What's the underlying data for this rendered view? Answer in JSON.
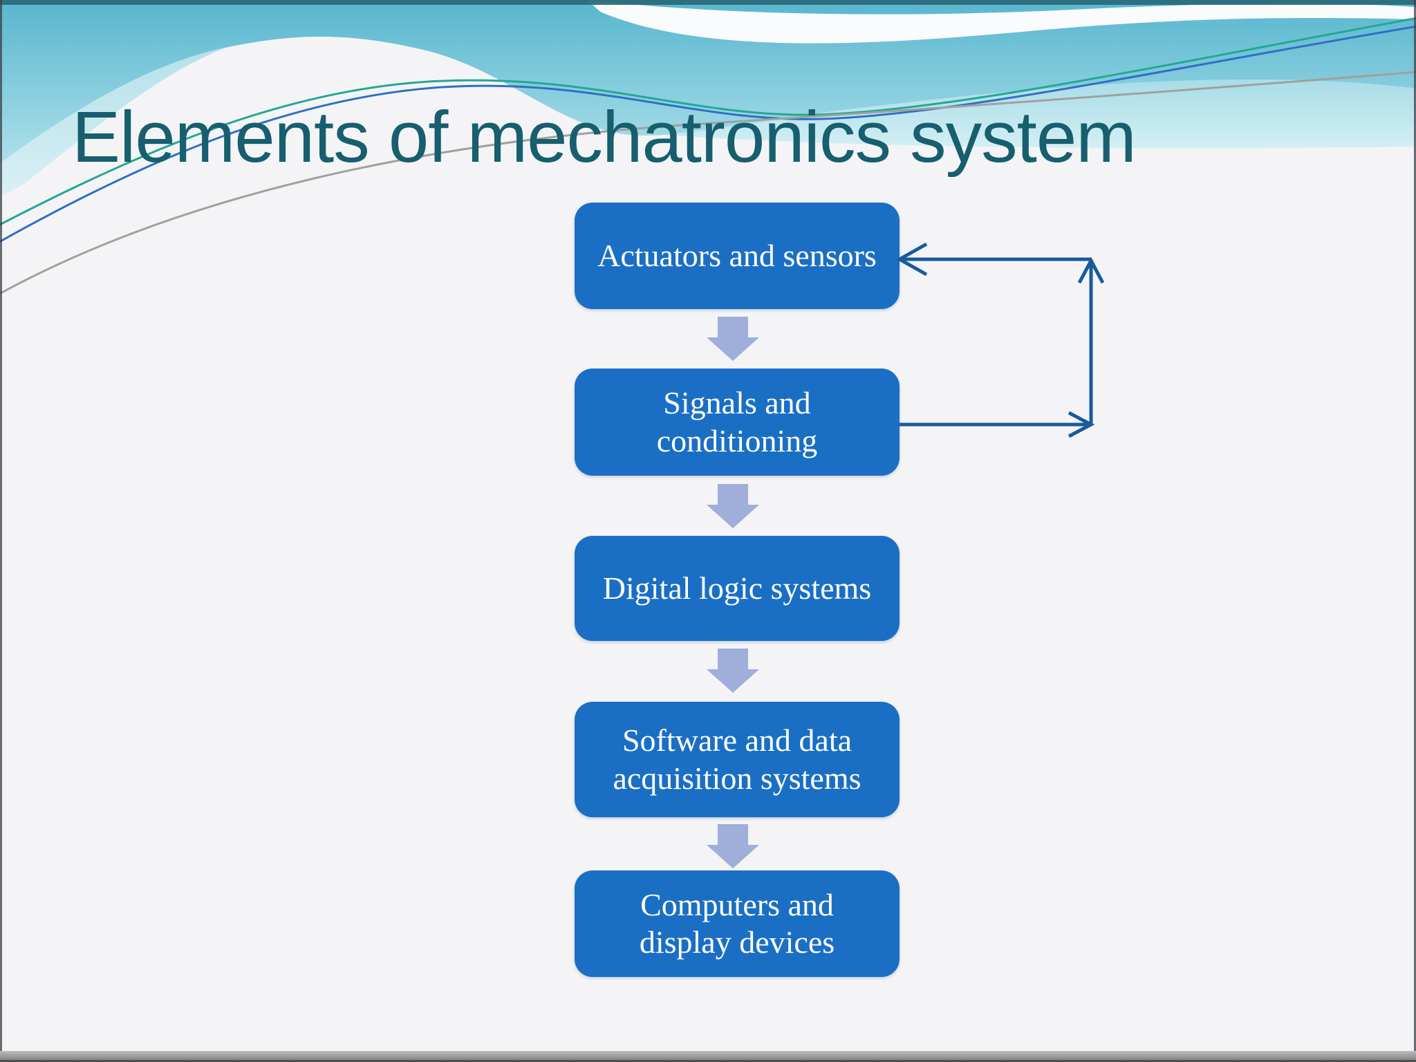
{
  "slide": {
    "title": "Elements of mechatronics system",
    "flowchart": {
      "boxes": [
        {
          "label": "Actuators and sensors"
        },
        {
          "label": "Signals and conditioning"
        },
        {
          "label": "Digital logic systems"
        },
        {
          "label": "Software and data acquisition systems"
        },
        {
          "label": "Computers and display devices"
        }
      ],
      "feedback_loop": "Signals and conditioning → Actuators and sensors"
    },
    "colors": {
      "title_text": "#175E6E",
      "box_fill": "#1A6FC4",
      "box_text": "#FFFFFF",
      "flow_arrow": "#9FAFD9",
      "feedback_arrow": "#195A9B",
      "header_teal_top": "#57B6CE",
      "header_teal_bottom": "#AEE0EA",
      "background": "#F4F4F6"
    }
  }
}
